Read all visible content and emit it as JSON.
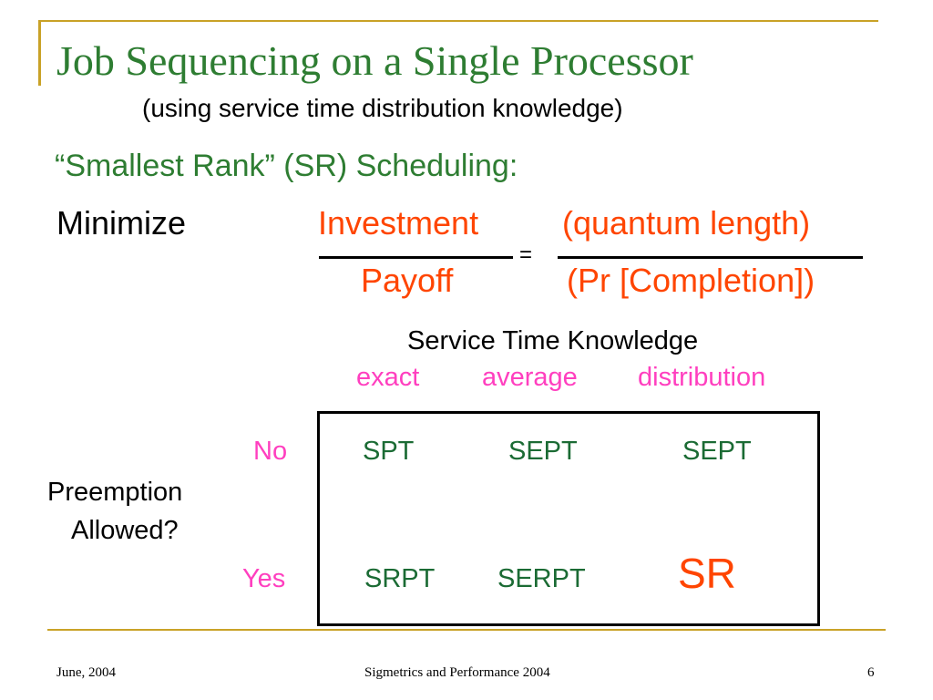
{
  "slide": {
    "title": "Job Sequencing on a Single Processor",
    "subtitle": "(using service time distribution knowledge)",
    "heading": "“Smallest Rank” (SR) Scheduling:",
    "objective": {
      "label": "Minimize",
      "numerator_left": "Investment",
      "denominator_left": "Payoff",
      "equals": "=",
      "numerator_right": "(quantum length)",
      "denominator_right": "(Pr [Completion])"
    },
    "table": {
      "column_group_label": "Service Time Knowledge",
      "columns": [
        "exact",
        "average",
        "distribution"
      ],
      "row_group_label_line1": "Preemption",
      "row_group_label_line2": "Allowed?",
      "rows": [
        {
          "label": "No",
          "cells": [
            "SPT",
            "SEPT",
            "SEPT"
          ]
        },
        {
          "label": "Yes",
          "cells": [
            "SRPT",
            "SERPT",
            "SR"
          ]
        }
      ]
    },
    "footer": {
      "date": "June, 2004",
      "conference": "Sigmetrics and Performance 2004",
      "page_number": "6"
    },
    "colors": {
      "title": "#2e7d32",
      "accent_orange": "#ff4500",
      "label_pink": "#ff3fbf",
      "cell_green": "#1b6b34",
      "frame_gold": "#c9a227"
    }
  }
}
